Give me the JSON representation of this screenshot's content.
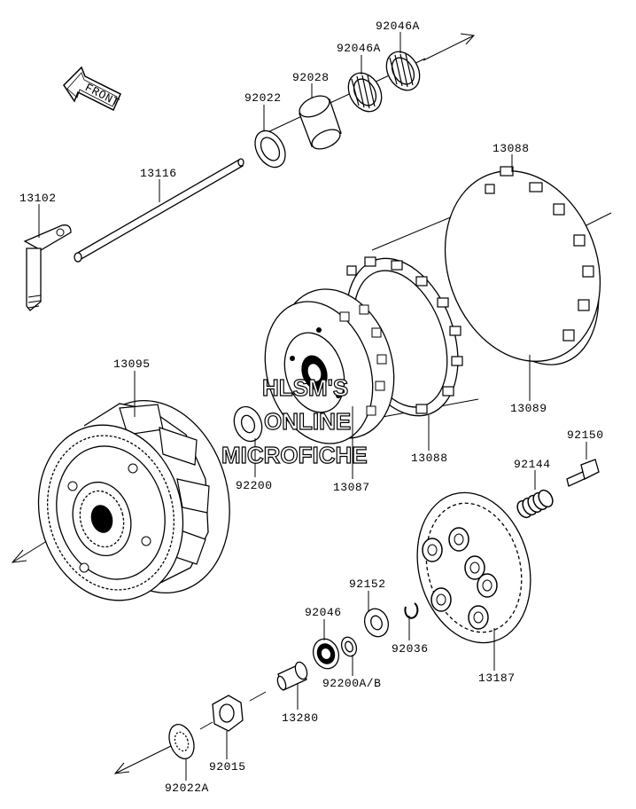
{
  "front_arrow": {
    "text": "FRONT"
  },
  "watermark": {
    "line1": "HLSM'S",
    "line2": "ONLINE",
    "line3": "MICROFICHE"
  },
  "labels": {
    "p92046A_top": "92046A",
    "p92046A_low": "92046A",
    "p92028": "92028",
    "p92022": "92022",
    "p13088_top": "13088",
    "p13116": "13116",
    "p13102": "13102",
    "p13095": "13095",
    "p13089": "13089",
    "p92150": "92150",
    "p92200": "92200",
    "p13087": "13087",
    "p13088_low": "13088",
    "p92144": "92144",
    "p92152": "92152",
    "p92046": "92046",
    "p92036": "92036",
    "p92200AB": "92200A/B",
    "p13187": "13187",
    "p13280": "13280",
    "p92015": "92015",
    "p92022A": "92022A"
  }
}
